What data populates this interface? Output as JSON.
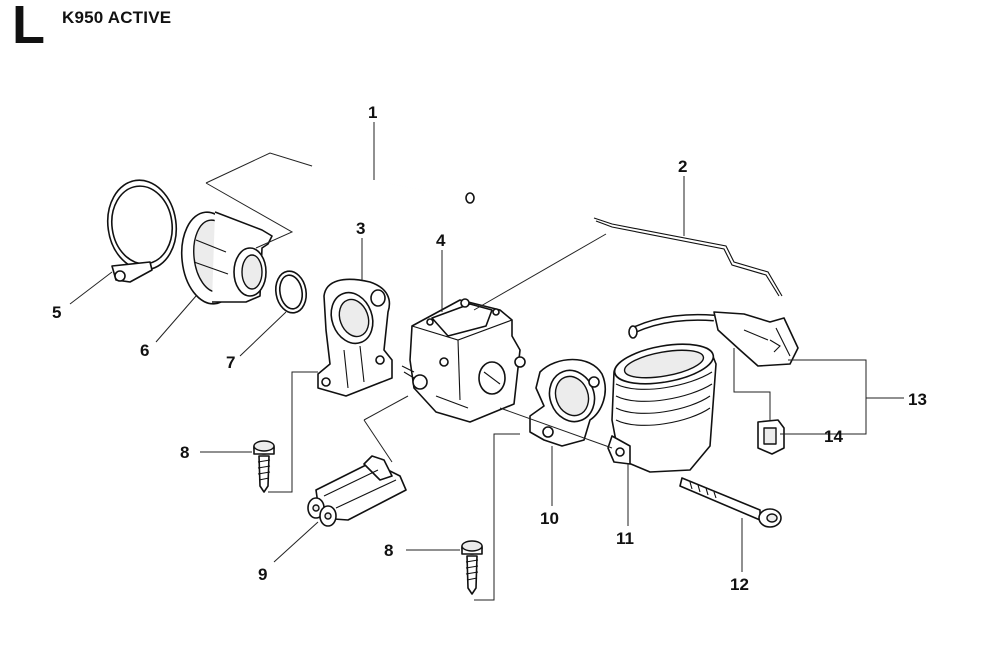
{
  "header": {
    "section_letter": "L",
    "model": "K950 ACTIVE"
  },
  "callouts": [
    {
      "id": "c1",
      "label": "1"
    },
    {
      "id": "c2",
      "label": "2"
    },
    {
      "id": "c3",
      "label": "3"
    },
    {
      "id": "c4",
      "label": "4"
    },
    {
      "id": "c5",
      "label": "5"
    },
    {
      "id": "c6",
      "label": "6"
    },
    {
      "id": "c7",
      "label": "7"
    },
    {
      "id": "c8a",
      "label": "8"
    },
    {
      "id": "c8b",
      "label": "8"
    },
    {
      "id": "c9",
      "label": "9"
    },
    {
      "id": "c10",
      "label": "10"
    },
    {
      "id": "c11",
      "label": "11"
    },
    {
      "id": "c12",
      "label": "12"
    },
    {
      "id": "c13",
      "label": "13"
    },
    {
      "id": "c14",
      "label": "14"
    }
  ]
}
